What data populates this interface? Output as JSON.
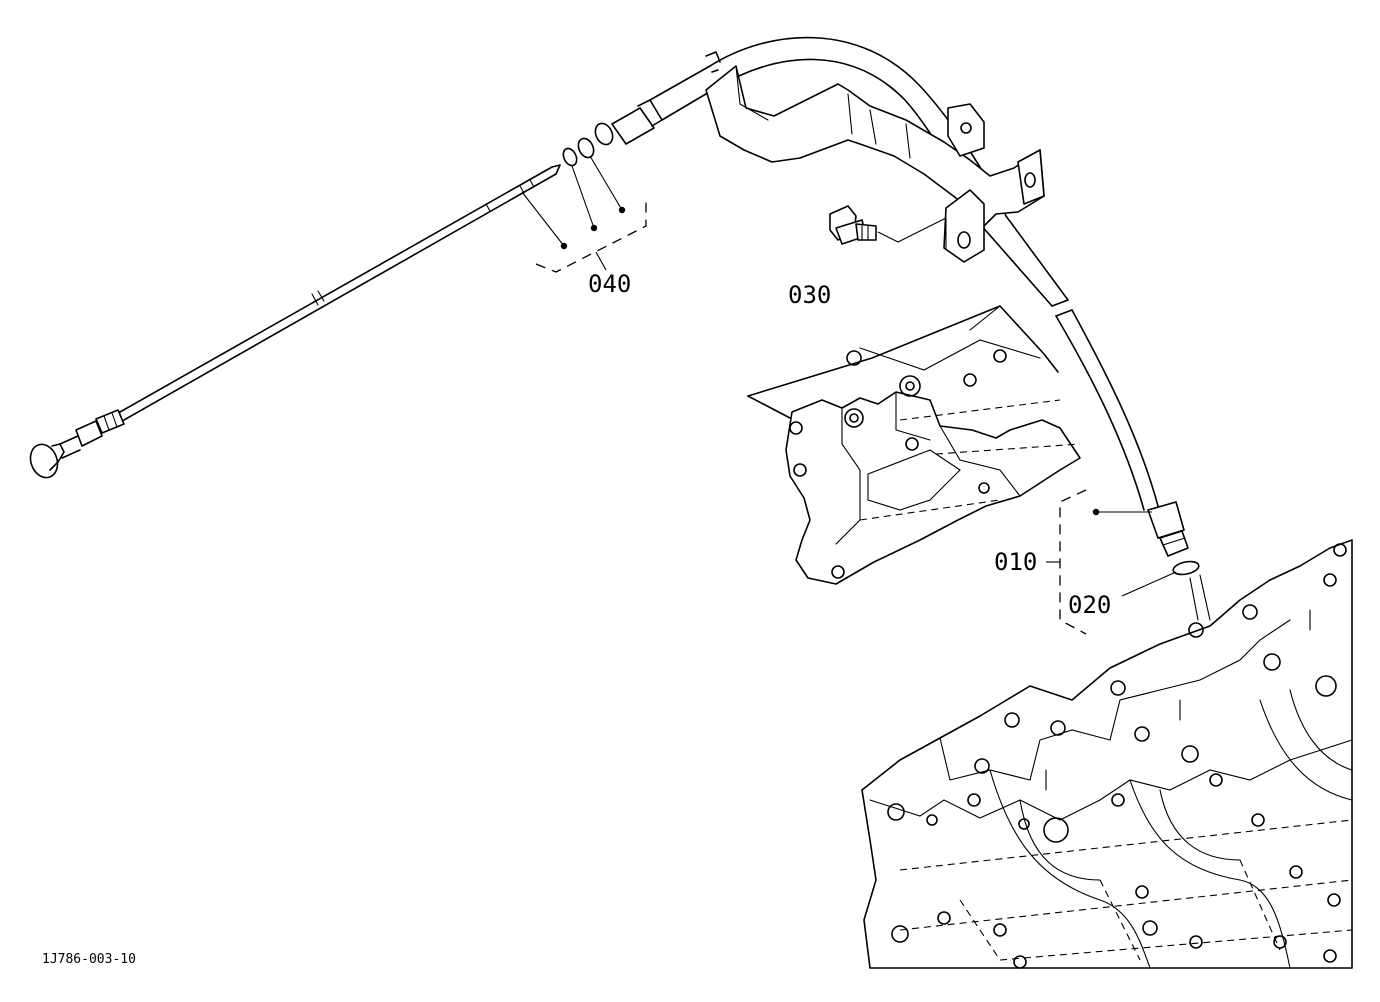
{
  "figure": {
    "id": "1J786-003-10"
  },
  "callouts": [
    {
      "code": "010"
    },
    {
      "code": "020"
    },
    {
      "code": "030"
    },
    {
      "code": "040"
    }
  ]
}
